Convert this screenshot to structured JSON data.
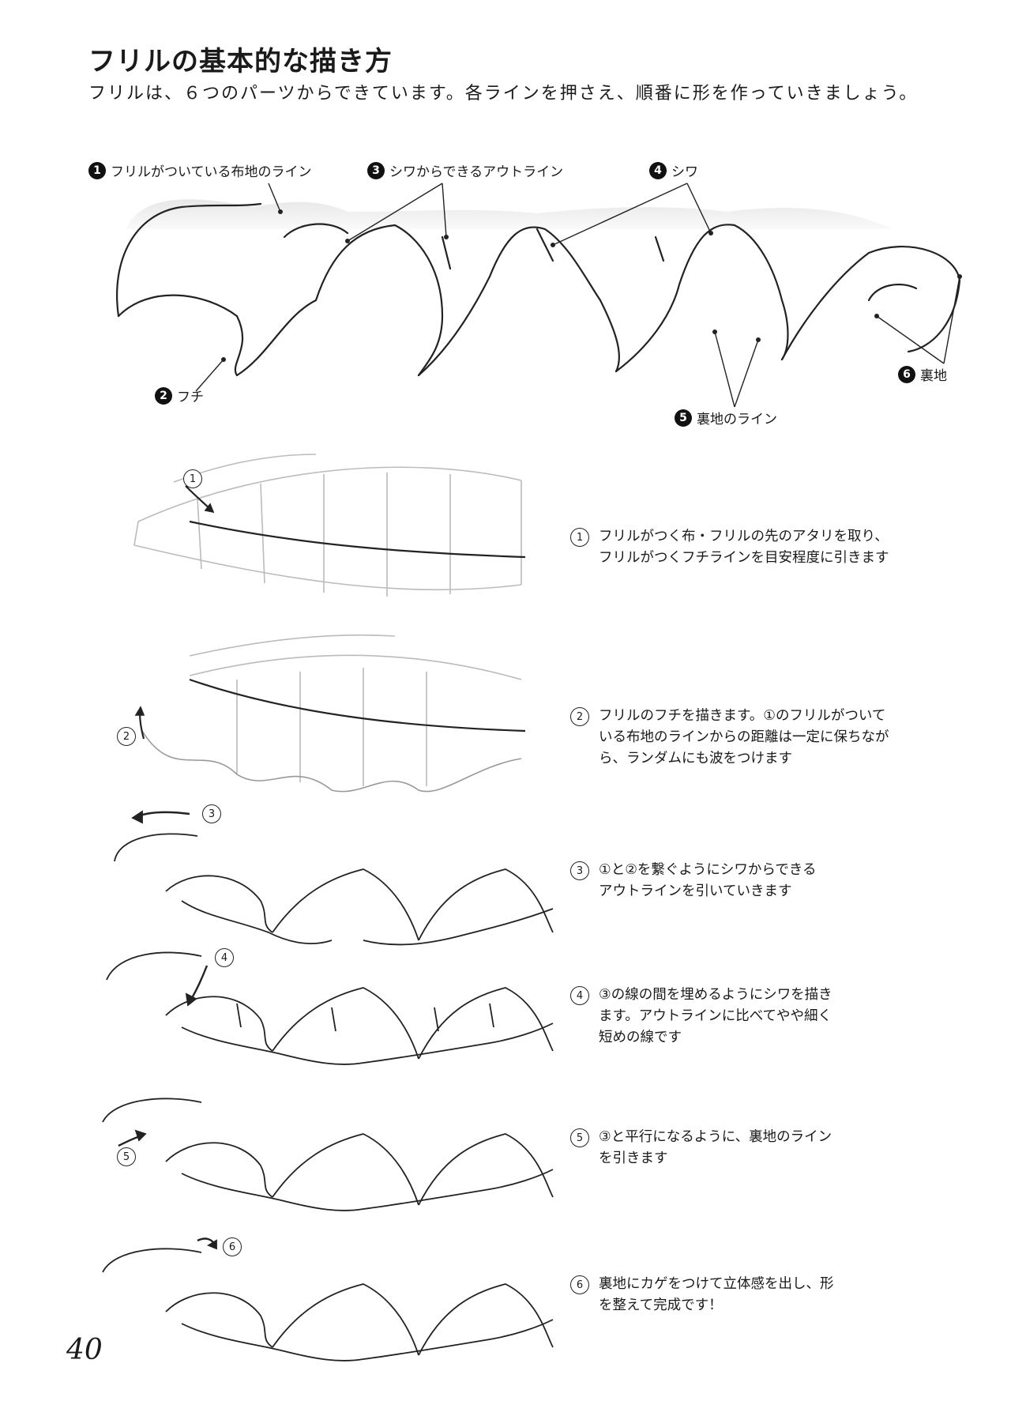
{
  "header": {
    "title": "フリルの基本的な描き方",
    "subtitle": "フリルは、６つのパーツからできています。各ラインを押さえ、順番に形を作っていきましょう。"
  },
  "parts": [
    {
      "num": "1",
      "label": "フリルがついている布地のライン"
    },
    {
      "num": "2",
      "label": "フチ"
    },
    {
      "num": "3",
      "label": "シワからできるアウトライン"
    },
    {
      "num": "4",
      "label": "シワ"
    },
    {
      "num": "5",
      "label": "裏地のライン"
    },
    {
      "num": "6",
      "label": "裏地"
    }
  ],
  "steps": [
    {
      "num": "1",
      "text": "フリルがつく布・フリルの先のアタリを取り、\nフリルがつくフチラインを目安程度に引きます"
    },
    {
      "num": "2",
      "text": "フリルのフチを描きます。①のフリルがついて\nいる布地のラインからの距離は一定に保ちなが\nら、ランダムにも波をつけます"
    },
    {
      "num": "3",
      "text": "①と②を繋ぐようにシワからできる\nアウトラインを引いていきます"
    },
    {
      "num": "4",
      "text": "③の線の間を埋めるようにシワを描き\nます。アウトラインに比べてやや細く\n短めの線です"
    },
    {
      "num": "5",
      "text": "③と平行になるように、裏地のライン\nを引きます"
    },
    {
      "num": "6",
      "text": "裏地にカゲをつけて立体感を出し、形\nを整えて完成です！"
    }
  ],
  "page_number": "40"
}
